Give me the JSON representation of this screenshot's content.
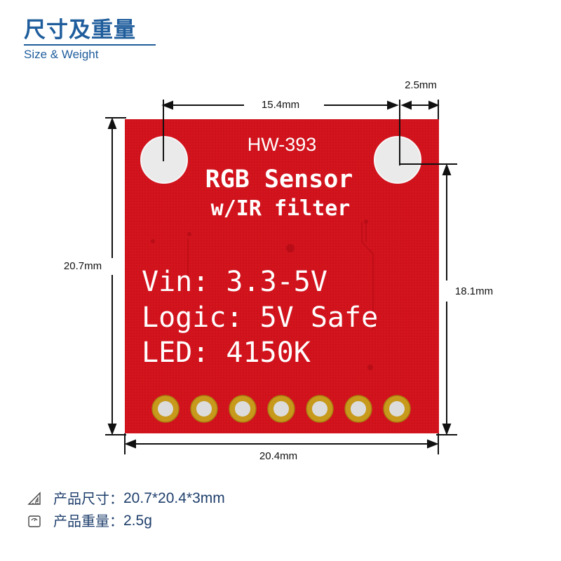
{
  "header": {
    "title": "尺寸及重量",
    "subtitle": "Size & Weight"
  },
  "board": {
    "model": "HW-393",
    "name_line1": "RGB Sensor",
    "name_line2": "w/IR filter",
    "spec_line1": "Vin: 3.3-5V",
    "spec_line2": "Logic: 5V Safe",
    "spec_line3": "LED: 4150K",
    "pin_count": 7,
    "pcb_color": "#d4111c",
    "pad_color": "#c79a1c"
  },
  "dimensions": {
    "hole_spacing": "15.4mm",
    "hole_offset": "2.5mm",
    "height": "20.7mm",
    "hole_to_bottom": "18.1mm",
    "width": "20.4mm"
  },
  "specs": [
    {
      "icon": "ruler-triangle-icon",
      "label": "产品尺寸：",
      "value": "20.7*20.4*3mm"
    },
    {
      "icon": "scale-icon",
      "label": "产品重量：",
      "value": "2.5g"
    }
  ]
}
